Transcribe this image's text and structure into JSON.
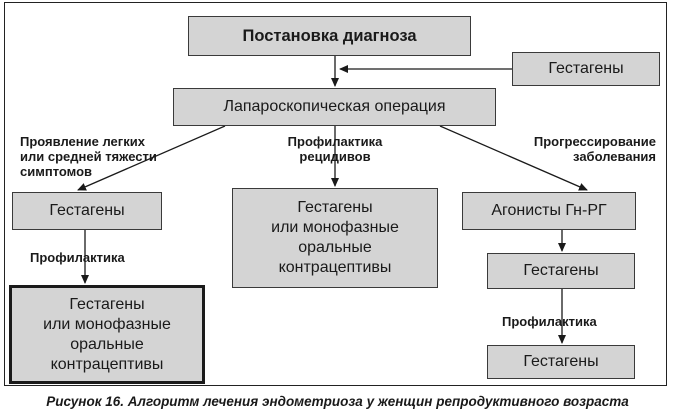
{
  "boxes": {
    "diagnosis": "Постановка диагноза",
    "gestagens_top": "Гестагены",
    "laparoscopy": "Лапароскопическая операция",
    "gestagens_left": "Гестагены",
    "combo_middle": "Гестагены\nили монофазные\nоральные\nконтрацептивы",
    "agonists": "Агонисты Гн-РГ",
    "combo_bottom_left": "Гестагены\nили монофазные\nоральные\nконтрацептивы",
    "gestagens_right_1": "Гестагены",
    "gestagens_right_2": "Гестагены"
  },
  "labels": {
    "mild_symptoms": "Проявление легких\nили средней тяжести\nсимптомов",
    "relapse_prevention": "Профилактика\nрецидивов",
    "progression": "Прогрессирование\nзаболевания",
    "prevention_left": "Профилактика",
    "prevention_right": "Профилактика"
  },
  "caption": "Рисунок 16. Алгоритм лечения эндометриоза у женщин репродуктивного возраста"
}
